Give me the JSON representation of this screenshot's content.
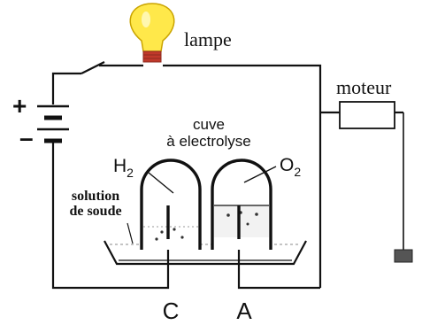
{
  "labels": {
    "lamp": "lampe",
    "motor": "moteur",
    "vessel_line1": "cuve",
    "vessel_line2": "à electrolyse",
    "gas_left_main": "H",
    "gas_left_sub": "2",
    "gas_right_main": "O",
    "gas_right_sub": "2",
    "solution_line1": "solution",
    "solution_line2": "de soude",
    "electrode_left": "C",
    "electrode_right": "A",
    "battery_plus": "+",
    "battery_minus": "–"
  },
  "colors": {
    "wire": "#111111",
    "bulb_glass": "#ffe84a",
    "bulb_base": "#c0392b",
    "motor_fill": "#ffffff",
    "weight_fill": "#555555"
  }
}
